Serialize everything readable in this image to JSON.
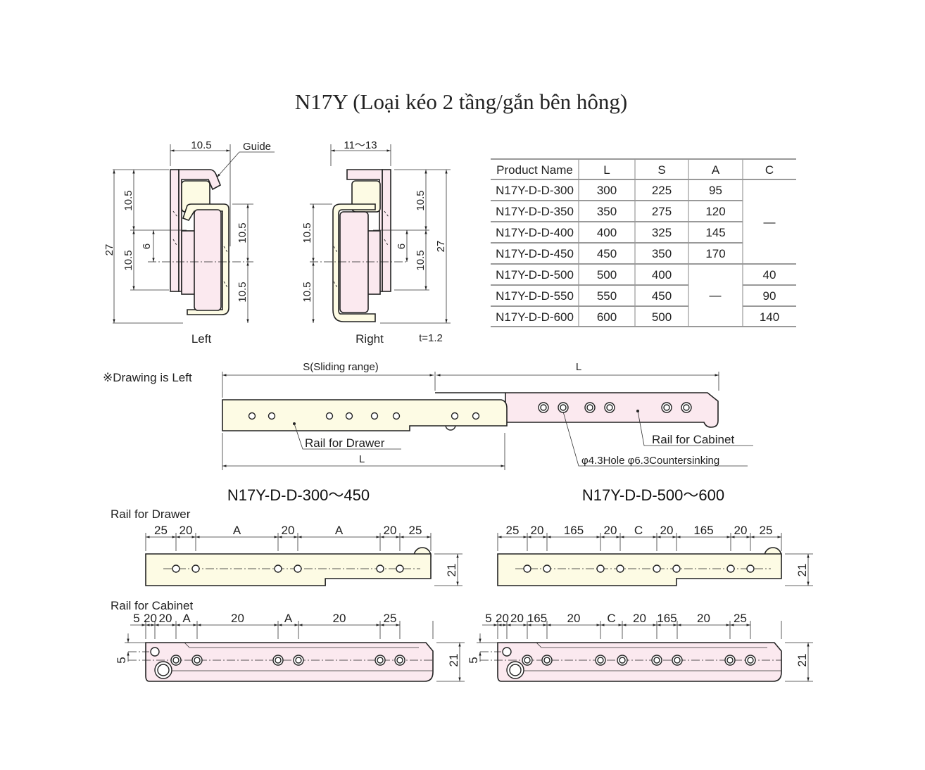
{
  "title": "N17Y (Loại kéo 2 tầng/gắn bên hông)",
  "colors": {
    "drawer_rail": "#fdfbe4",
    "cabinet_rail": "#fbe9ef"
  },
  "cross_section": {
    "left": {
      "label": "Left",
      "width": "10.5",
      "guide": "Guide",
      "height": "27",
      "upper": "10.5",
      "lower": "10.5",
      "offset": "6",
      "right_upper": "10.5",
      "right_lower": "10.5"
    },
    "right": {
      "label": "Right",
      "width": "11〜13",
      "height": "27",
      "upper": "10.5",
      "lower": "10.5",
      "offset": "6",
      "left_upper": "10.5",
      "left_lower": "10.5"
    },
    "thickness": "t=1.2"
  },
  "table": {
    "headers": [
      "Product Name",
      "L",
      "S",
      "A",
      "C"
    ],
    "rows": [
      [
        "N17Y-D-D-300",
        "300",
        "225",
        "95"
      ],
      [
        "N17Y-D-D-350",
        "350",
        "275",
        "120"
      ],
      [
        "N17Y-D-D-400",
        "400",
        "325",
        "145"
      ],
      [
        "N17Y-D-D-450",
        "450",
        "350",
        "170"
      ],
      [
        "N17Y-D-D-500",
        "500",
        "400",
        "",
        "40"
      ],
      [
        "N17Y-D-D-550",
        "550",
        "450",
        "",
        "90"
      ],
      [
        "N17Y-D-D-600",
        "600",
        "500",
        "",
        "140"
      ]
    ],
    "dash_a": "—",
    "dash_c": "—"
  },
  "assembly": {
    "note": "※Drawing is Left",
    "sliding": "S(Sliding range)",
    "L_top": "L",
    "L_bottom": "L",
    "drawer_label": "Rail for Drawer",
    "cabinet_label": "Rail for Cabinet",
    "hole_label": "φ4.3Hole  φ6.3Countersinking"
  },
  "details": {
    "left_title": "N17Y-D-D-300〜450",
    "right_title": "N17Y-D-D-500〜600",
    "drawer_heading": "Rail for Drawer",
    "cabinet_heading": "Rail for Cabinet",
    "left_drawer_dims": [
      "25",
      "20",
      "A",
      "20",
      "A",
      "20",
      "25"
    ],
    "right_drawer_dims": [
      "25",
      "20",
      "165",
      "20",
      "C",
      "20",
      "165",
      "20",
      "25"
    ],
    "left_cabinet_dims": [
      "5",
      "20",
      "20",
      "A",
      "20",
      "A",
      "20",
      "25"
    ],
    "right_cabinet_dims": [
      "5",
      "20",
      "20",
      "165",
      "20",
      "C",
      "20",
      "165",
      "20",
      "25"
    ],
    "height": "21",
    "offset": "5"
  }
}
